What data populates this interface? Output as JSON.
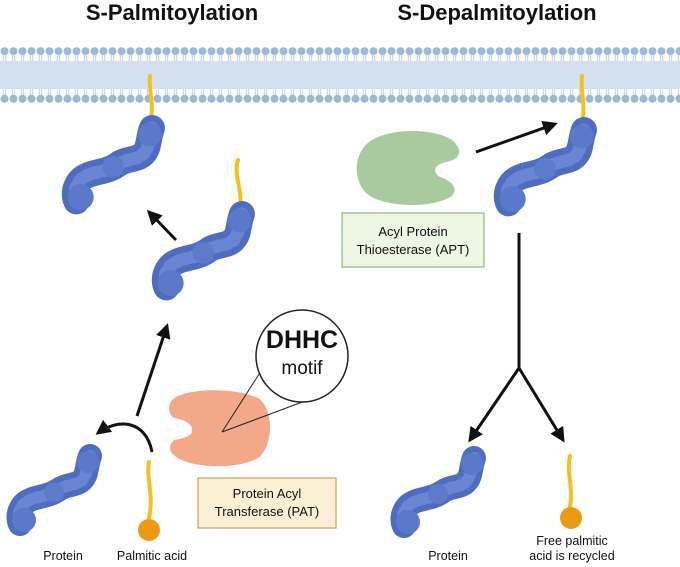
{
  "headings": {
    "left": "S-Palmitoylation",
    "right": "S-Depalmitoylation"
  },
  "left_panel": {
    "protein_label": "Protein",
    "palmitic_acid_label": "Palmitic acid",
    "pat_box": {
      "line1": "Protein Acyl",
      "line2": "Transferase (PAT)"
    },
    "dhhc_callout": {
      "title": "DHHC",
      "subtitle": "motif"
    }
  },
  "right_panel": {
    "apt_box": {
      "line1": "Acyl Protein",
      "line2": "Thioesterase (APT)"
    },
    "protein_label": "Protein",
    "free_acid_label": {
      "line1": "Free palmitic",
      "line2": "acid is recycled"
    }
  },
  "colors": {
    "protein_blue": "#5b78c9",
    "protein_dark": "#3e57a8",
    "lipid_yellow": "#f2c21b",
    "lipid_head_orange": "#ec9a12",
    "membrane_blue": "#a7c0de",
    "pat_enzyme": "#f2a98a",
    "pat_box_fill": "#fbefd4",
    "apt_enzyme": "#a9c99e",
    "apt_box_fill": "#eef6e4",
    "arrow": "#111111"
  }
}
